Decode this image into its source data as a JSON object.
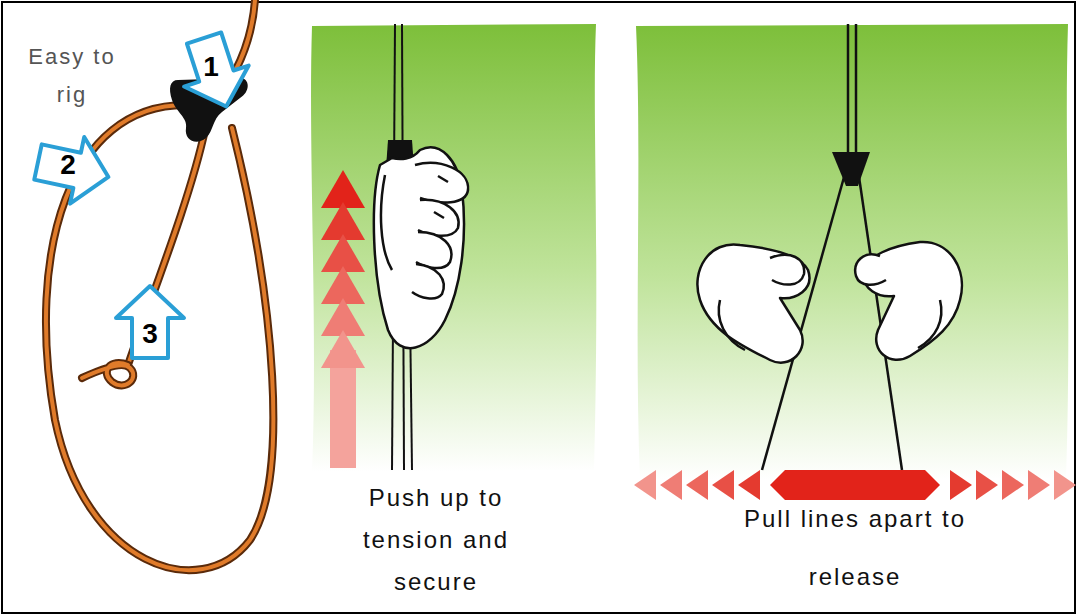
{
  "diagram": {
    "labels": [
      "Easy to rig",
      "1",
      "2",
      "3",
      "Push up to tension and secure",
      "Pull lines apart to release"
    ]
  }
}
